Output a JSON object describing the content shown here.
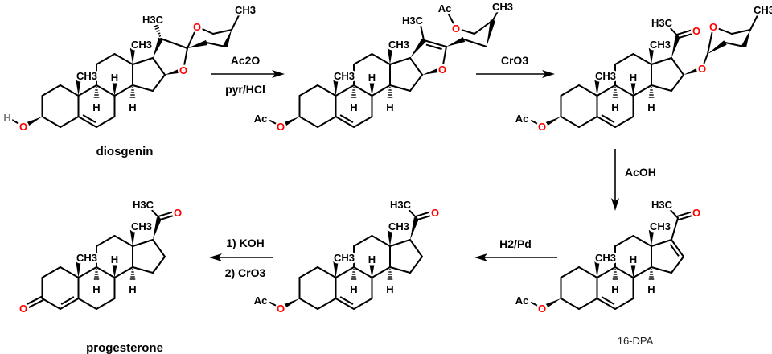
{
  "molecules": [
    {
      "id": "diosgenin",
      "name": "diosgenin"
    },
    {
      "id": "enol-ether",
      "name": ""
    },
    {
      "id": "ketoester",
      "name": ""
    },
    {
      "id": "progesterone",
      "name": "progesterone"
    },
    {
      "id": "pregnenolone-acetate",
      "name": ""
    },
    {
      "id": "16-dpa",
      "name": "16-DPA"
    }
  ],
  "reactions": [
    {
      "from": "diosgenin",
      "to": "enol-ether",
      "reagents": [
        "Ac2O",
        "pyr/HCl"
      ]
    },
    {
      "from": "enol-ether",
      "to": "ketoester",
      "reagents": [
        "CrO3"
      ]
    },
    {
      "from": "ketoester",
      "to": "16-dpa",
      "reagents": [
        "AcOH"
      ]
    },
    {
      "from": "16-dpa",
      "to": "pregnenolone-acetate",
      "reagents": [
        "H2/Pd"
      ]
    },
    {
      "from": "pregnenolone-acetate",
      "to": "progesterone",
      "reagents": [
        "1) KOH",
        "2) CrO3"
      ]
    }
  ],
  "atom_labels": {
    "methyl": "CH3",
    "methyl_left": "H3C",
    "hydrogen": "H",
    "oxygen": "O",
    "acetyl": "Ac"
  },
  "colors": {
    "oxygen": "#ff0000",
    "hydrogen_hydroxyl": "#808080",
    "bond": "#000000"
  }
}
